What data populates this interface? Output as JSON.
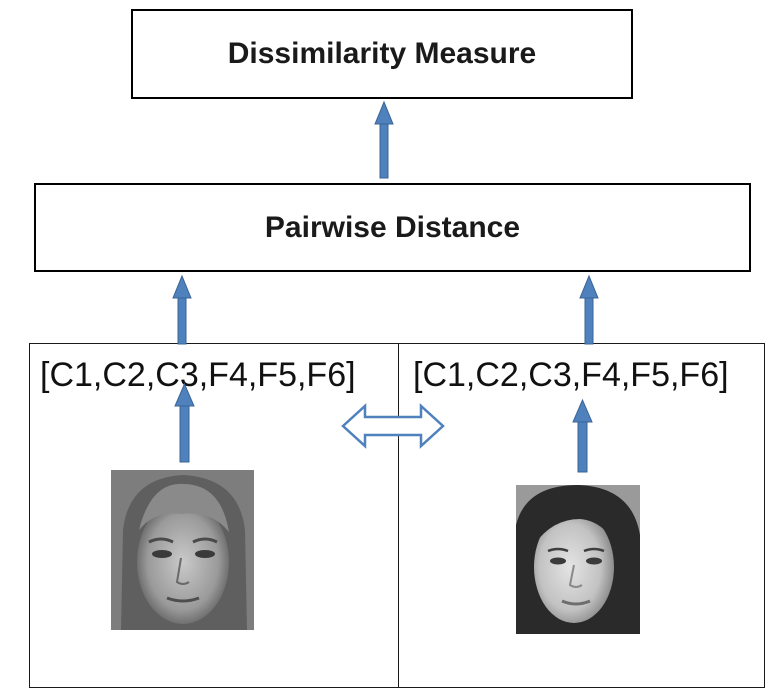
{
  "diagram": {
    "top_box_label": "Dissimilarity Measure",
    "middle_box_label": "Pairwise Distance",
    "left_panel": {
      "vector_label": "[C1,C2,C3,F4,F5,F6]",
      "image": "face-photo-male"
    },
    "right_panel": {
      "vector_label": "[C1,C2,C3,F4,F5,F6]",
      "image": "face-photo-female"
    },
    "colors": {
      "arrow_fill": "#4f81bd",
      "arrow_outline": "#3a6596",
      "border": "#000000"
    }
  }
}
